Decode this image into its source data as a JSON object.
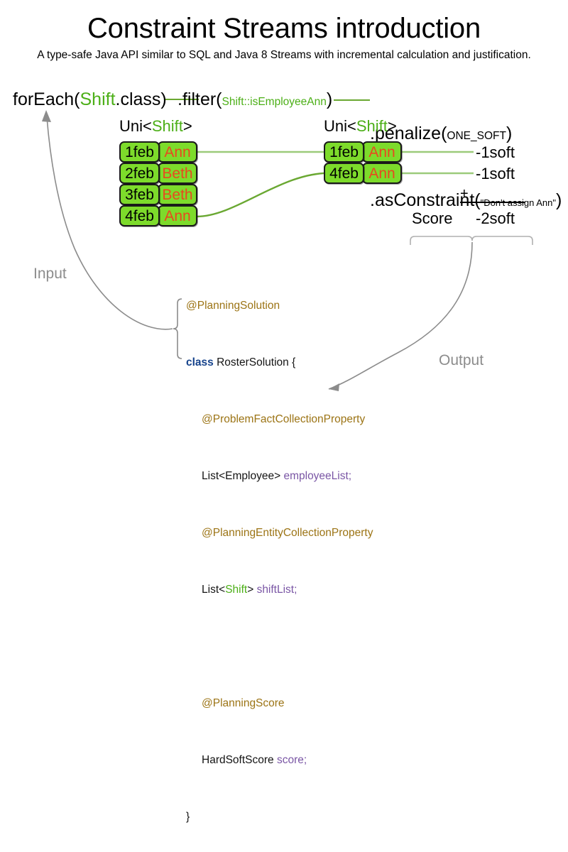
{
  "header": {
    "title": "Constraint Streams introduction",
    "subtitle": "A type-safe Java API similar to SQL and Java 8 Streams with incremental calculation and justification."
  },
  "pipeline": {
    "foreach": {
      "prefix": "forEach(",
      "type": "Shift",
      "suffix": ".class)"
    },
    "filter": {
      "prefix": ".filter(",
      "arg": "Shift::isEmployeeAnn",
      "suffix": ")"
    },
    "terminal": {
      "penalize": {
        "prefix": ".penalize(",
        "arg": "ONE_SOFT",
        "suffix": ")"
      },
      "as_constraint": {
        "prefix": ".asConstraint(",
        "arg": "\"Don't assign Ann\"",
        "suffix": ")"
      }
    }
  },
  "streams": {
    "left": {
      "label_prefix": "Uni<",
      "label_type": "Shift",
      "label_suffix": ">",
      "rows": [
        {
          "date": "1feb",
          "employee": "Ann"
        },
        {
          "date": "2feb",
          "employee": "Beth"
        },
        {
          "date": "3feb",
          "employee": "Beth"
        },
        {
          "date": "4feb",
          "employee": "Ann"
        }
      ]
    },
    "right": {
      "label_prefix": "Uni<",
      "label_type": "Shift",
      "label_suffix": ">",
      "rows": [
        {
          "date": "1feb",
          "employee": "Ann"
        },
        {
          "date": "4feb",
          "employee": "Ann"
        }
      ]
    }
  },
  "score": {
    "impacts": [
      "-1soft",
      "-1soft"
    ],
    "operator": "+",
    "label": "Score",
    "total": "-2soft"
  },
  "captions": {
    "input": "Input",
    "output": "Output"
  },
  "code": {
    "lines": [
      "@PlanningSolution",
      "class RosterSolution {",
      "@ProblemFactCollectionProperty",
      "List<Employee> employeeList;",
      "@PlanningEntityCollectionProperty",
      "List<Shift> shiftList;",
      "@PlanningScore",
      "HardSoftScore score;",
      "}"
    ],
    "annotation_planning_solution": "@PlanningSolution",
    "keyword_class": "class",
    "class_name": "RosterSolution {",
    "annotation_problem_fact": "@ProblemFactCollectionProperty",
    "field_employee_type": "List<Employee> ",
    "field_employee_name": "employeeList",
    "annotation_planning_entity": "@PlanningEntityCollectionProperty",
    "field_shift_type_open": "List<",
    "field_shift_type_name": "Shift",
    "field_shift_type_close": "> ",
    "field_shift_name": "shiftList",
    "annotation_planning_score": "@PlanningScore",
    "field_score_type": "HardSoftScore ",
    "field_score_name": "score",
    "semicolon": ";",
    "closing_brace": "}"
  },
  "colors": {
    "stream_green": "#7ddb2b",
    "connector_green": "#6aa832",
    "connector_light": "#9ccb7a",
    "employee_orange": "#e8491f",
    "class_green": "#4caf17",
    "annotation_gold": "#9c7415",
    "keyword_blue": "#16438c",
    "variable_purple": "#7a56a5",
    "caption_gray": "#8c8c8c"
  }
}
